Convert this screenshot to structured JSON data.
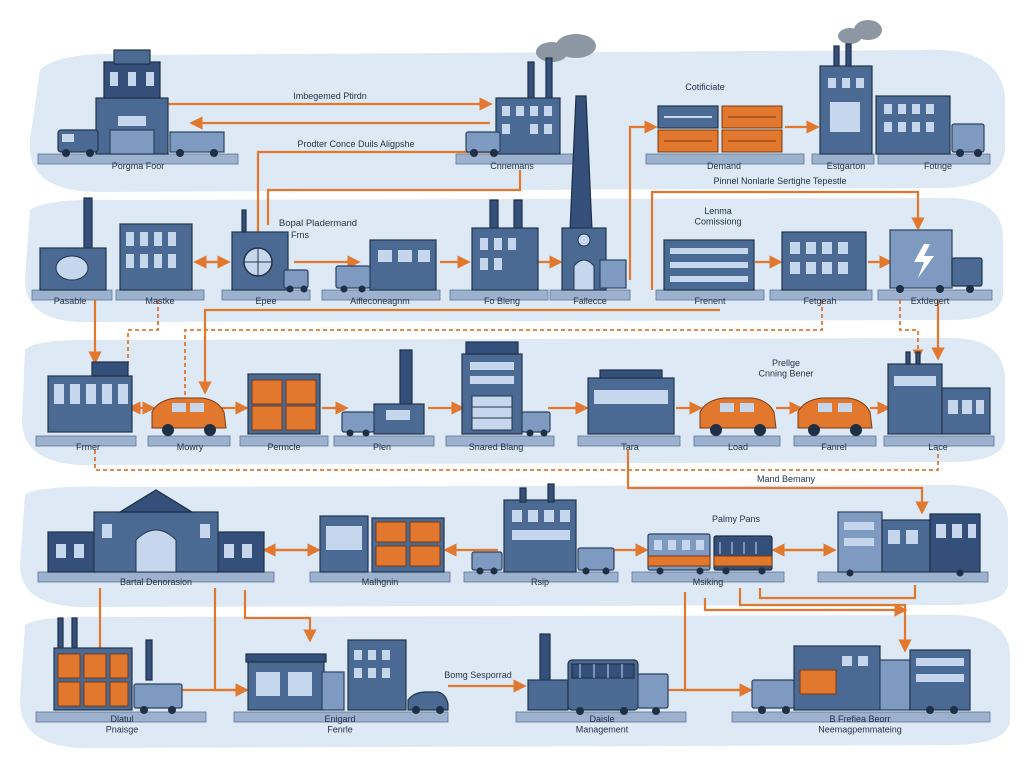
{
  "colors": {
    "band": "#dde9f4",
    "building": "#4a6a93",
    "accent": "#e2772e",
    "ground": "#9cb1cd"
  },
  "row1": {
    "station_porgrna_foor": "Porgma Foor",
    "station_cnnemans": "Cnnemans",
    "station_demand": "Demand",
    "station_estgarton": "Estgarton",
    "station_fotrnge": "Fotnge",
    "note_management_flow": "Imbegemed Ptirdn",
    "note_product_concepts": "Prodter Conce Duils Aligpshe",
    "note_cotiificiaute": "Cotificiate",
    "note_pinnel": "Pinnel Nonlarle Sertighe Tepestle"
  },
  "row2": {
    "station_pisable": "Pasable",
    "station_musiko": "Mastke",
    "station_epee": "Epee",
    "station_aiflesconeagnm": "Aifleconeagnm",
    "station_fo_bleng": "Fo Bleng",
    "station_fallecce": "Fallecce",
    "station_frenent": "Frenent",
    "station_fetgnach": "Fetgeah",
    "station_exfdegert": "Exfdegert",
    "note_bopal_pladermand": "Bopal Pladermand",
    "note_frns": "Frns",
    "note_lenma_comissiong": "Lenma\nComissiong"
  },
  "row3": {
    "station_frmer": "Frmer",
    "station_monry": "Mowry",
    "station_permcle": "Permcle",
    "station_plen": "Plen",
    "station_snared_blang": "Snared Blang",
    "station_tara": "Tara",
    "station_load": "Load",
    "station_fanrel": "Fanrel",
    "station_lace": "Lace",
    "note_prellge_cnning": "Prellge\nCnning Bener",
    "note_mand_bemany": "Mand Bemany"
  },
  "row4": {
    "station_bartal_denorasion": "Bartal Denorasion",
    "station_malhgnin": "Malhgnin",
    "station_rsip": "Rsip",
    "station_msiking": "Msiking",
    "note_palmy_pans": "Palmy Pans"
  },
  "row5": {
    "station_dlatul_pnaisge": "Dlatul\nPnaisge",
    "station_enigard_fenrle": "Enigard\nFenrle",
    "station_daisle_management": "Daisle\nManagement",
    "station_b_frefiea": "B Frefiea Beorr\nNeemagpemmateing",
    "note_bomg_sesporrad": "Bomg Sesporrad"
  }
}
